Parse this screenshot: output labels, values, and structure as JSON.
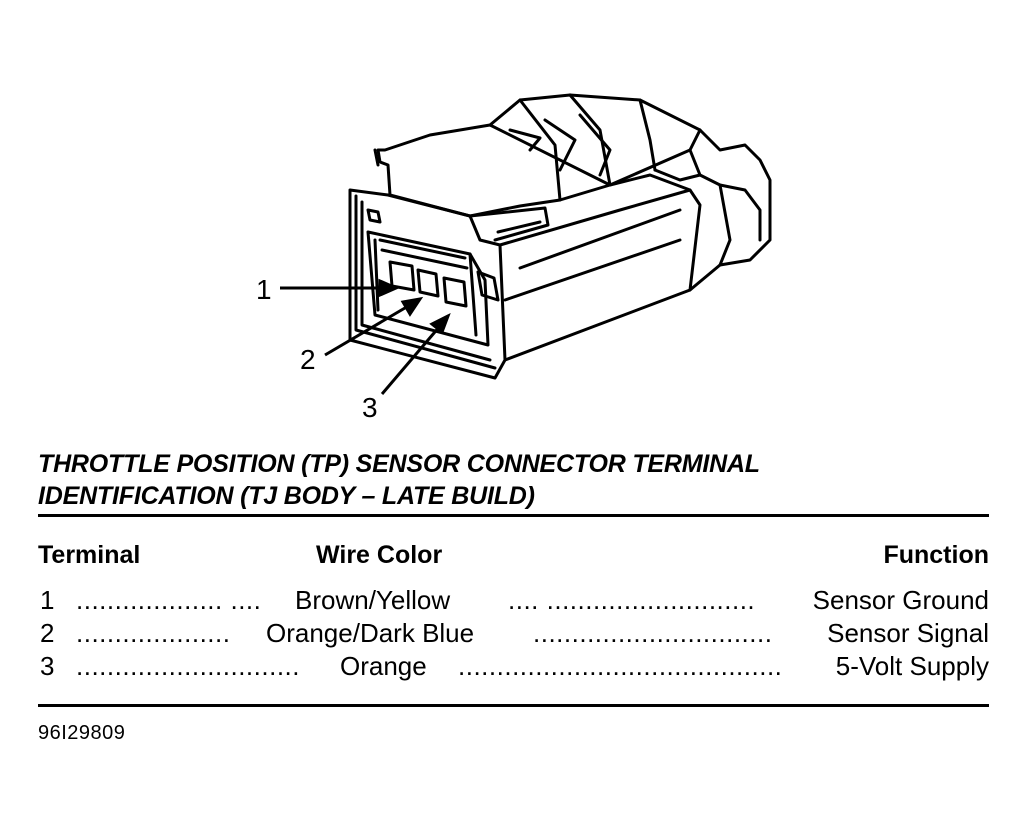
{
  "callouts": [
    "1",
    "2",
    "3"
  ],
  "title_line1": "THROTTLE POSITION (TP) SENSOR CONNECTOR TERMINAL",
  "title_line2": "IDENTIFICATION (TJ BODY – LATE BUILD)",
  "table": {
    "headers": {
      "terminal": "Terminal",
      "wire_color": "Wire Color",
      "function": "Function"
    },
    "rows": [
      {
        "terminal": "1",
        "dots_left": "................... ....",
        "wire_color": "Brown/Yellow",
        "dots_right": ".... ...........................",
        "function": "Sensor Ground"
      },
      {
        "terminal": "2",
        "dots_left": "....................",
        "wire_color": "Orange/Dark Blue",
        "dots_right": "...............................",
        "function": "Sensor Signal"
      },
      {
        "terminal": "3",
        "dots_left": ".............................",
        "wire_color": "Orange",
        "dots_right": "..........................................",
        "function": "5-Volt Supply"
      }
    ]
  },
  "figure_code": "96I29809"
}
